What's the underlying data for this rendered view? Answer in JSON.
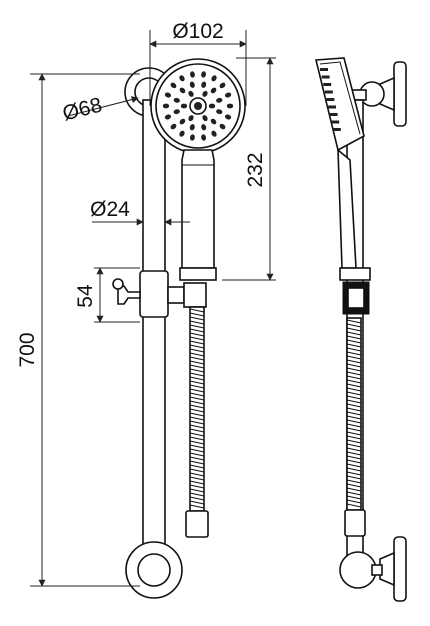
{
  "dimensions": {
    "head_diameter": "Ø102",
    "rail_end_diameter": "Ø68",
    "rail_diameter": "Ø24",
    "handle_length": "232",
    "slider_height": "54",
    "total_length": "700"
  }
}
